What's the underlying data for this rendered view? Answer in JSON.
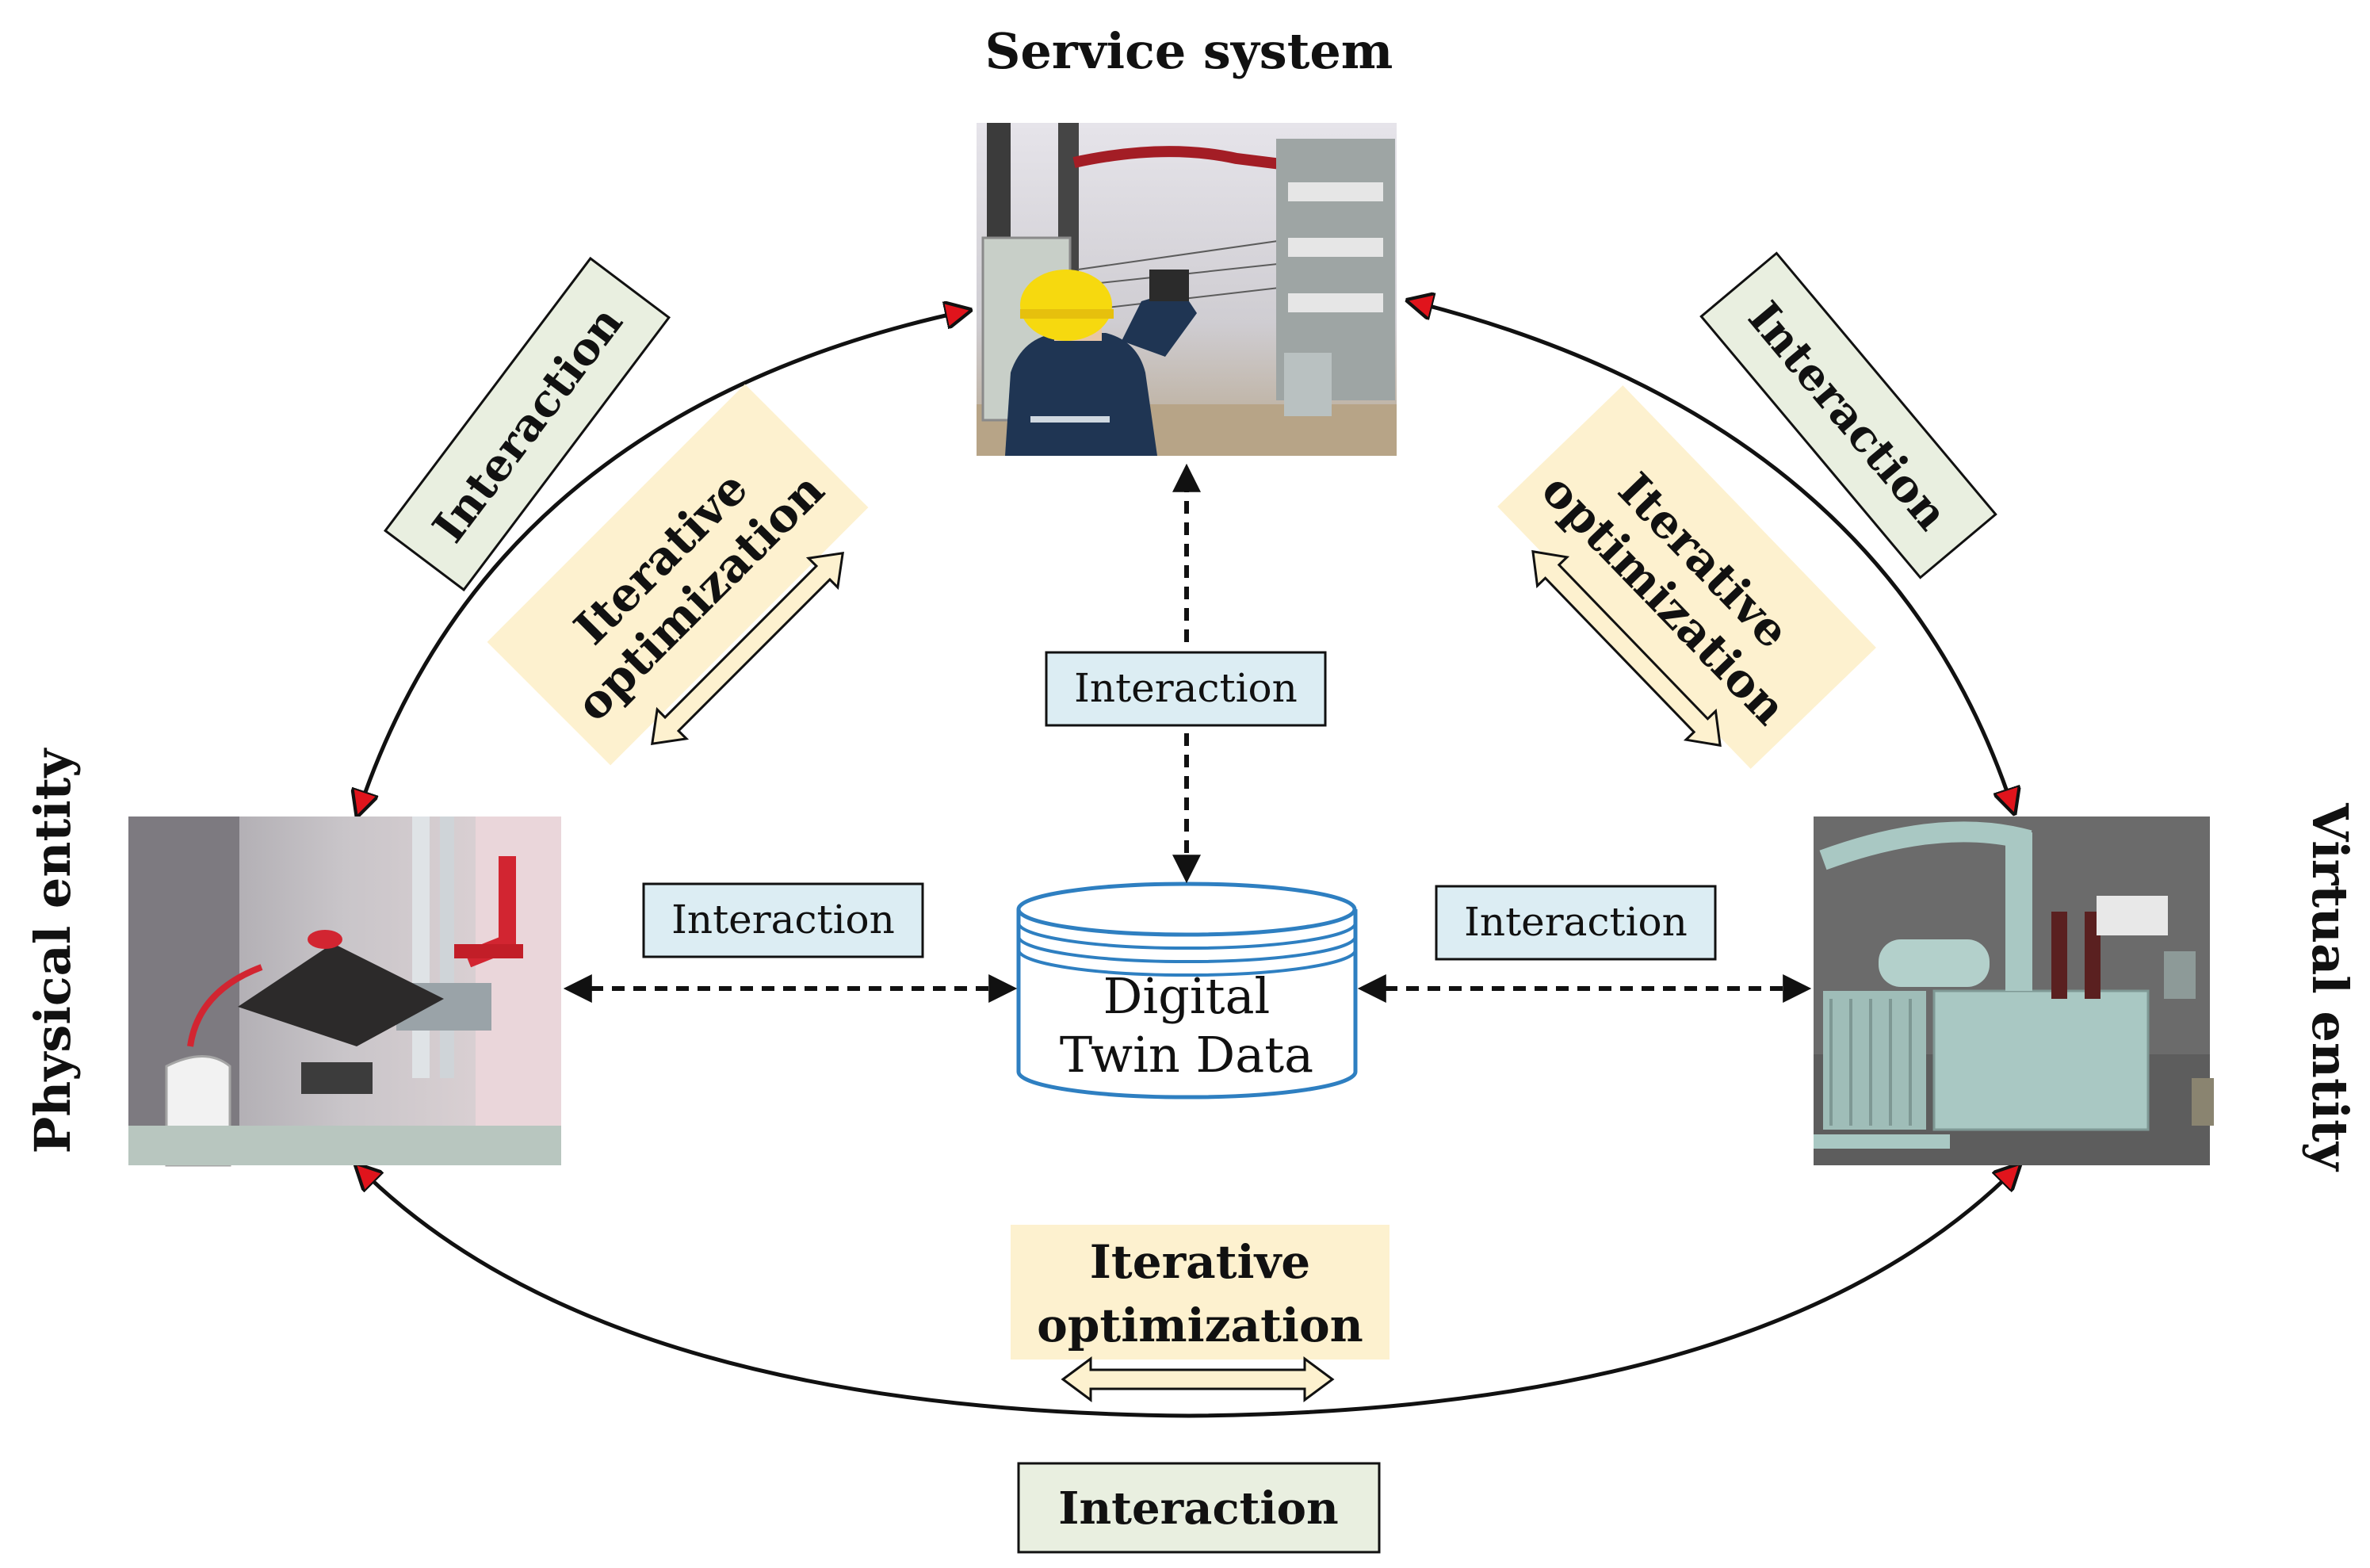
{
  "nodes": {
    "service_system": {
      "title": "Service system",
      "image": "substation-worker-photo"
    },
    "physical_entity": {
      "title": "Physical entity",
      "image": "physical-transformer-photo"
    },
    "virtual_entity": {
      "title": "Virtual entity",
      "image": "virtual-transformer-render"
    },
    "data_store": {
      "line1": "Digital",
      "line2": "Twin Data"
    }
  },
  "labels": {
    "interaction_left_arc": "Interaction",
    "interaction_right_arc": "Interaction",
    "interaction_bottom_arc": "Interaction",
    "interaction_center_top": "Interaction",
    "interaction_center_left": "Interaction",
    "interaction_center_right": "Interaction",
    "optimization_left": {
      "line1": "Iterative",
      "line2": "optimization"
    },
    "optimization_right": {
      "line1": "Iterative",
      "line2": "optimization"
    },
    "optimization_bottom": {
      "line1": "Iterative",
      "line2": "optimization"
    }
  },
  "colors": {
    "interaction_box_fill": "#e9efe0",
    "interaction_blue_fill": "#dcedf3",
    "optimization_fill": "#fdf1cf",
    "cylinder_stroke": "#2e7fc1",
    "arrow_head": "#e0141c",
    "photo_sky": "#d5d3d8",
    "render_bg": "#6b6b6b",
    "equipment": "#a9c8c3"
  }
}
